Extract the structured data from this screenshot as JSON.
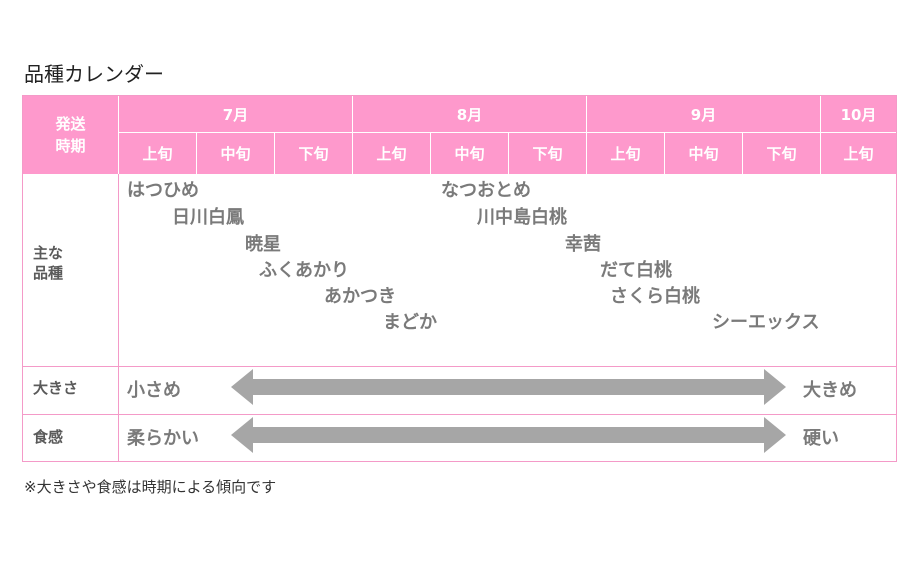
{
  "title": "品種カレンダー",
  "header": {
    "corner_line1": "発送",
    "corner_line2": "時期",
    "months": [
      "7月",
      "8月",
      "9月",
      "10月"
    ],
    "periods": [
      "上旬",
      "中旬",
      "下旬",
      "上旬",
      "中旬",
      "下旬",
      "上旬",
      "中旬",
      "下旬",
      "上旬"
    ]
  },
  "rows": {
    "varieties_label_line1": "主な",
    "varieties_label_line2": "品種",
    "size_label": "大きさ",
    "texture_label": "食感"
  },
  "varieties": [
    "はつひめ",
    "日川白鳳",
    "暁星",
    "ふくあかり",
    "あかつき",
    "まどか",
    "なつおとめ",
    "川中島白桃",
    "幸茜",
    "だて白桃",
    "さくら白桃",
    "シーエックス"
  ],
  "size": {
    "start": "小さめ",
    "end": "大きめ"
  },
  "texture": {
    "start": "柔らかい",
    "end": "硬い"
  },
  "note": "※大きさや食感は時期による傾向です",
  "colors": {
    "header_bg": "#fe99cc",
    "border": "#f49ac8",
    "text_gray": "#7a7a7a",
    "arrow": "#a6a6a6"
  }
}
